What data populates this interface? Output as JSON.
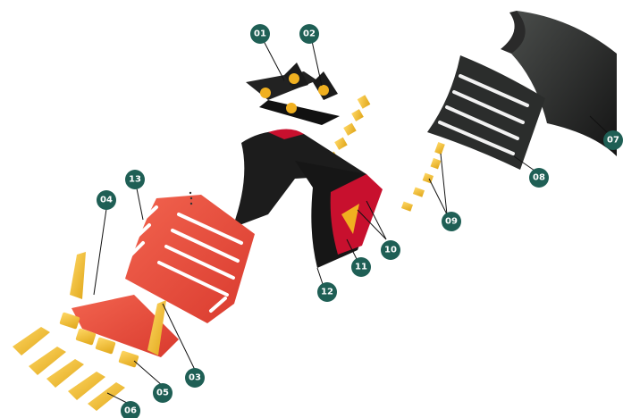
{
  "diagram": {
    "callouts": [
      "01",
      "02",
      "03",
      "04",
      "05",
      "06",
      "07",
      "08",
      "09",
      "10",
      "11",
      "12",
      "13"
    ]
  },
  "colors": {
    "callout_fill": "#1f5f55",
    "bucket_black": "#1c1c1c",
    "liner_red": "#e8483c",
    "teeth_yellow": "#f4c430",
    "accent_red": "#c8102e"
  }
}
